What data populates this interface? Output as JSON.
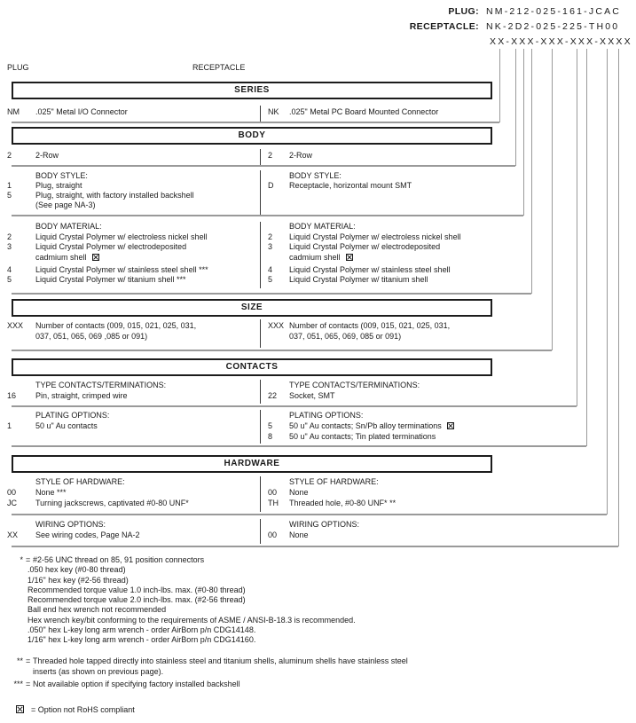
{
  "part_numbers": {
    "plug_label": "PLUG:",
    "plug_value": "NM-212-025-161-JCAC",
    "receptacle_label": "RECEPTACLE:",
    "receptacle_value": "NK-2D2-025-225-TH00",
    "mask": "XX-XXX-XXX-XXX-XXXX"
  },
  "column_headers": {
    "left": "PLUG",
    "right": "RECEPTACLE"
  },
  "sections": {
    "series": {
      "title": "SERIES",
      "left": {
        "code": "NM",
        "desc": ".025\" Metal I/O Connector"
      },
      "right": {
        "code": "NK",
        "desc": ".025\" Metal PC Board Mounted Connector"
      }
    },
    "body": {
      "title": "BODY",
      "row": {
        "left_code": "2",
        "left_desc": "2-Row",
        "right_code": "2",
        "right_desc": "2-Row"
      },
      "style": {
        "heading": "BODY STYLE:",
        "left": [
          {
            "code": "1",
            "desc": "Plug, straight"
          },
          {
            "code": "5",
            "desc": "Plug, straight, with factory installed backshell"
          },
          {
            "code": "",
            "desc": "(See page NA-3)"
          }
        ],
        "right": [
          {
            "code": "D",
            "desc": "Receptacle, horizontal mount SMT"
          }
        ]
      },
      "material": {
        "heading": "BODY MATERIAL:",
        "left": [
          {
            "code": "2",
            "desc": "Liquid Crystal Polymer w/ electroless nickel shell"
          },
          {
            "code": "3",
            "desc": "Liquid Crystal Polymer w/ electrodeposited"
          },
          {
            "code": "",
            "desc": "cadmium shell"
          },
          {
            "code": "4",
            "desc": "Liquid Crystal Polymer w/ stainless steel shell ***"
          },
          {
            "code": "5",
            "desc": "Liquid Crystal Polymer w/ titanium shell ***"
          }
        ],
        "right": [
          {
            "code": "2",
            "desc": "Liquid Crystal Polymer w/ electroless nickel shell"
          },
          {
            "code": "3",
            "desc": "Liquid Crystal Polymer w/ electrodeposited"
          },
          {
            "code": "",
            "desc": "cadmium shell"
          },
          {
            "code": "4",
            "desc": "Liquid Crystal Polymer w/ stainless steel shell"
          },
          {
            "code": "5",
            "desc": "Liquid Crystal Polymer w/ titanium shell"
          }
        ]
      }
    },
    "size": {
      "title": "SIZE",
      "left": {
        "code": "XXX",
        "desc1": "Number of contacts (009, 015, 021, 025, 031,",
        "desc2": "037, 051, 065, 069 ,085 or 091)"
      },
      "right": {
        "code": "XXX",
        "desc1": "Number of contacts (009, 015, 021, 025, 031,",
        "desc2": "037, 051, 065, 069, 085 or 091)"
      }
    },
    "contacts": {
      "title": "CONTACTS",
      "type": {
        "heading": "TYPE CONTACTS/TERMINATIONS:",
        "left": [
          {
            "code": "16",
            "desc": "Pin, straight, crimped wire"
          }
        ],
        "right": [
          {
            "code": "22",
            "desc": "Socket, SMT"
          }
        ]
      },
      "plating": {
        "heading": "PLATING OPTIONS:",
        "left": [
          {
            "code": "1",
            "desc": "50 u\" Au contacts"
          }
        ],
        "right": [
          {
            "code": "5",
            "desc": "50 u\" Au contacts; Sn/Pb alloy terminations"
          },
          {
            "code": "8",
            "desc": "50 u\" Au contacts; Tin plated terminations"
          }
        ]
      }
    },
    "hardware": {
      "title": "HARDWARE",
      "style": {
        "heading": "STYLE OF HARDWARE:",
        "left": [
          {
            "code": "00",
            "desc": "None ***"
          },
          {
            "code": "JC",
            "desc": "Turning jackscrews, captivated #0-80 UNF*"
          }
        ],
        "right": [
          {
            "code": "00",
            "desc": "None"
          },
          {
            "code": "TH",
            "desc": "Threaded hole, #0-80 UNF* **"
          }
        ]
      },
      "wiring": {
        "heading": "WIRING OPTIONS:",
        "left": [
          {
            "code": "XX",
            "desc": "See wiring codes, Page NA-2"
          }
        ],
        "right": [
          {
            "code": "00",
            "desc": "None"
          }
        ]
      }
    }
  },
  "footnotes": {
    "eq": "=",
    "star": {
      "marker": "*",
      "text": "#2-56 UNC thread on 85, 91 position connectors",
      "sublines": [
        ".050 hex key (#0-80 thread)",
        "1/16\" hex key (#2-56 thread)",
        "Recommended torque value 1.0 inch-lbs. max. (#0-80 thread)",
        "Recommended torque value 2.0 inch-lbs. max. (#2-56 thread)",
        "Ball end hex wrench not recommended",
        "Hex wrench key/bit conforming to the requirements of ASME / ANSI-B-18.3 is recommended.",
        ".050\" hex L-key long arm wrench - order AirBorn p/n CDG14148.",
        "1/16\" hex L-key long arm wrench - order AirBorn p/n CDG14160."
      ]
    },
    "double_star": {
      "marker": "**",
      "text": "Threaded hole tapped directly into stainless steel and titanium shells, aluminum shells have stainless steel",
      "text2": "inserts (as shown on previous page)."
    },
    "triple_star": {
      "marker": "***",
      "text": "Not available option if specifying factory installed backshell"
    },
    "rohs_legend": {
      "text": "= Option not RoHS compliant"
    }
  }
}
